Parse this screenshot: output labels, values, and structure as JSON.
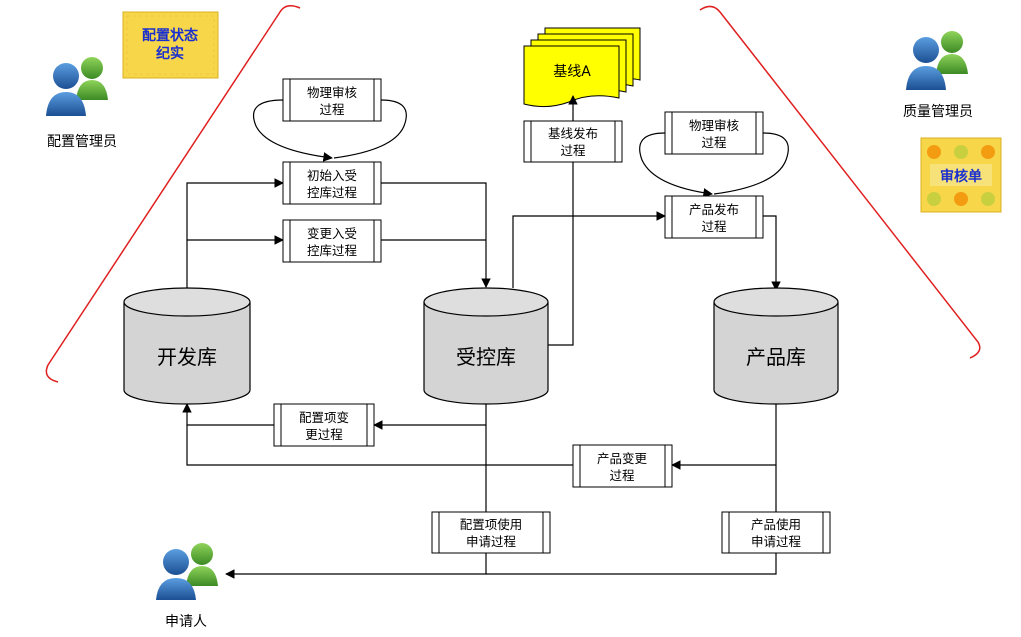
{
  "roles": {
    "config_manager": "配置管理员",
    "quality_manager": "质量管理员",
    "applicant": "申请人"
  },
  "notes": {
    "config_status": [
      "配置状态",
      "纪实"
    ],
    "audit_sheet": "审核单"
  },
  "baseline": "基线A",
  "repositories": {
    "dev": "开发库",
    "controlled": "受控库",
    "product": "产品库"
  },
  "processes": {
    "physical_audit_1": [
      "物理审核",
      "过程"
    ],
    "initial_entry": [
      "初始入受",
      "控库过程"
    ],
    "change_entry": [
      "变更入受",
      "控库过程"
    ],
    "baseline_release": [
      "基线发布",
      "过程"
    ],
    "physical_audit_2": [
      "物理审核",
      "过程"
    ],
    "product_release": [
      "产品发布",
      "过程"
    ],
    "config_item_change": [
      "配置项变",
      "更过程"
    ],
    "product_change": [
      "产品变更",
      "过程"
    ],
    "config_item_use": [
      "配置项使用",
      "申请过程"
    ],
    "product_use": [
      "产品使用",
      "申请过程"
    ]
  },
  "colors": {
    "line": "#000000",
    "bracket": "#e02020",
    "db_fill": "#d4d4d4",
    "note_yellow": "#f7d64a",
    "baseline_yellow": "#ffff00",
    "note_text": "#1a2fd0",
    "person_blue": "#2a6db8",
    "person_green": "#5fb33a"
  }
}
